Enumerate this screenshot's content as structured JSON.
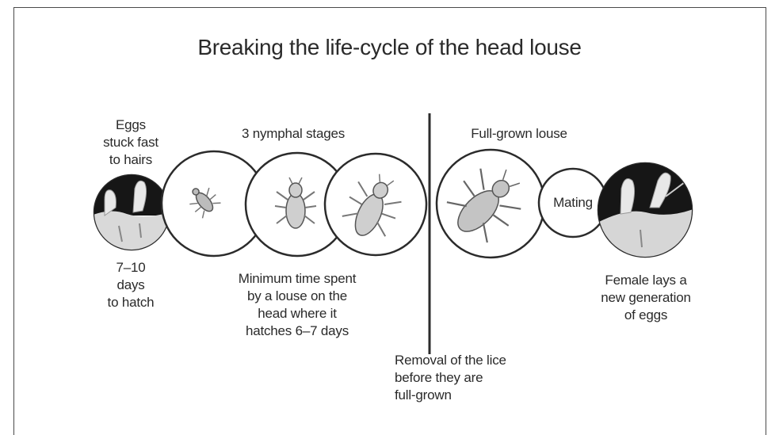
{
  "title": "Breaking the life-cycle of the head louse",
  "labels": {
    "eggs": [
      "Eggs",
      "stuck fast",
      "to hairs"
    ],
    "nymphal": "3 nymphal stages",
    "full_grown": "Full-grown louse",
    "mating": "Mating",
    "hatch": [
      "7–10",
      "days",
      "to hatch"
    ],
    "min_time": [
      "Minimum time spent",
      "by a louse on the",
      "head where it",
      "hatches 6–7 days"
    ],
    "female": [
      "Female lays a",
      "new generation",
      "of eggs"
    ],
    "removal": [
      "Removal of the lice",
      "before they are",
      "full-grown"
    ]
  }
}
